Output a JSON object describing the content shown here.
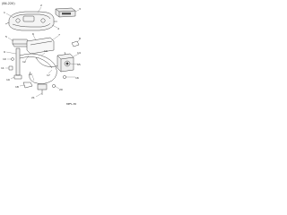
{
  "header": {
    "page_code": "(84-220)"
  },
  "footer": {
    "figure_code": "8PFL-30"
  },
  "callouts": [
    "1",
    "2",
    "3",
    "4",
    "5",
    "6",
    "7",
    "8",
    "9",
    "10",
    "11",
    "12",
    "13",
    "14",
    "15",
    "16",
    "17",
    "18",
    "19",
    "20",
    "21",
    "22"
  ]
}
